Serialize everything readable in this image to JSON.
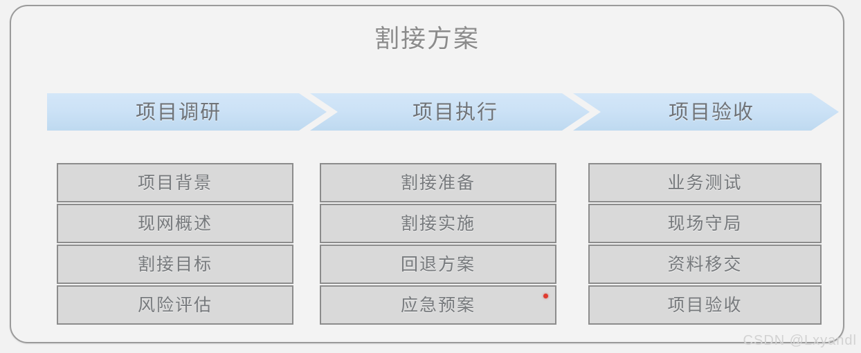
{
  "diagram": {
    "title": "割接方案",
    "phases": [
      {
        "label": "项目调研"
      },
      {
        "label": "项目执行"
      },
      {
        "label": "项目验收"
      }
    ],
    "columns": [
      {
        "phase": "项目调研",
        "items": [
          {
            "label": "项目背景",
            "marker": false
          },
          {
            "label": "现网概述",
            "marker": false
          },
          {
            "label": "割接目标",
            "marker": false
          },
          {
            "label": "风险评估",
            "marker": false
          }
        ]
      },
      {
        "phase": "项目执行",
        "items": [
          {
            "label": "割接准备",
            "marker": false
          },
          {
            "label": "割接实施",
            "marker": false
          },
          {
            "label": "回退方案",
            "marker": false
          },
          {
            "label": "应急预案",
            "marker": true
          }
        ]
      },
      {
        "phase": "项目验收",
        "items": [
          {
            "label": "业务测试",
            "marker": false
          },
          {
            "label": "现场守局",
            "marker": false
          },
          {
            "label": "资料移交",
            "marker": false
          },
          {
            "label": "项目验收",
            "marker": false
          }
        ]
      }
    ],
    "watermark": "CSDN @Lxyandl",
    "colors": {
      "page_background": "#f2f2f2",
      "card_background": "#f3f3f3",
      "card_border": "#9a9a9a",
      "chevron_fill": "#cce2f6",
      "cell_fill": "#d9d9d9",
      "cell_border": "#8c8c8c",
      "text": "#76797c",
      "marker": "#e03b2f",
      "watermark": "#d2d2d2"
    }
  }
}
